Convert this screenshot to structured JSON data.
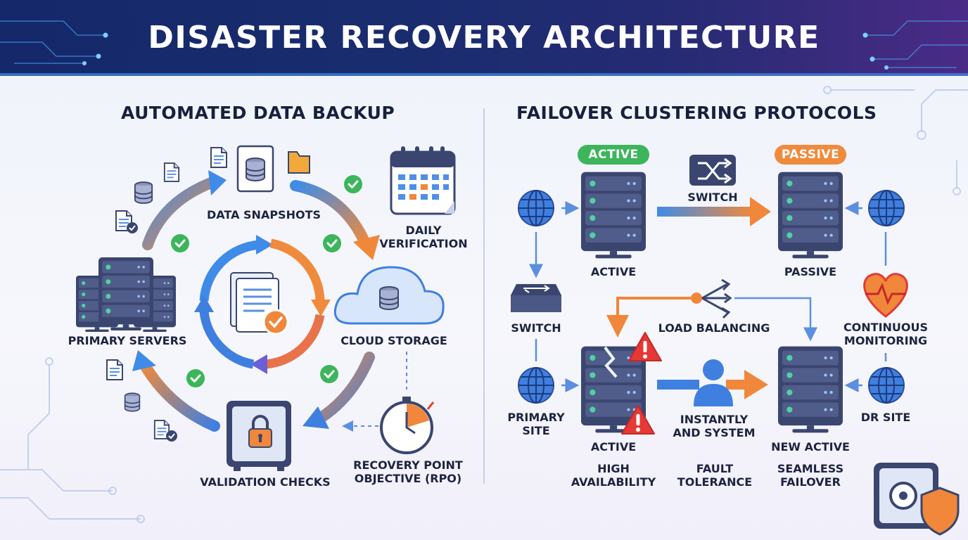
{
  "title": "DISASTER RECOVERY ARCHITECTURE",
  "sections": {
    "backup": "AUTOMATED DATA BACKUP",
    "failover": "FAILOVER CLUSTERING PROTOCOLS"
  },
  "backup": {
    "data_snapshots": "DATA SNAPSHOTS",
    "daily_verification": "DAILY\nVERIFICATION",
    "primary_servers": "PRIMARY SERVERS",
    "cloud_storage": "CLOUD STORAGE",
    "validation_checks": "VALIDATION CHECKS",
    "rpo": "RECOVERY POINT\nOBJECTIVE (RPO)"
  },
  "failover": {
    "active_badge": "ACTIVE",
    "passive_badge": "PASSIVE",
    "switch_top": "SWITCH",
    "active_label": "ACTIVE",
    "passive_label": "PASSIVE",
    "switch_left": "SWITCH",
    "load_balancing": "LOAD BALANCING",
    "continuous_monitoring": "CONTINUOUS\nMONITORING",
    "primary_site": "PRIMARY\nSITE",
    "instantly_system": "INSTANTLY\nAND SYSTEM",
    "dr_site": "DR SITE",
    "active_bottom": "ACTIVE",
    "new_active": "NEW ACTIVE",
    "high_availability": "HIGH\nAVAILABILITY",
    "fault_tolerance": "FAULT\nTOLERANCE",
    "seamless_failover": "SEAMLESS\nFAILOVER"
  },
  "colors": {
    "active": "#3cb55b",
    "passive": "#f08a3c",
    "blue": "#3f7fe0",
    "orange": "#f0873a",
    "server": "#3a4670",
    "alert": "#e53935"
  },
  "icons": [
    "file-icon",
    "database-icon",
    "folder-icon",
    "calendar-icon",
    "check-icon",
    "server-icon",
    "cloud-icon",
    "safe-icon",
    "stopwatch-icon",
    "globe-icon",
    "switch-icon",
    "shuffle-icon",
    "heartbeat-icon",
    "warning-icon",
    "user-icon",
    "shield-icon"
  ]
}
